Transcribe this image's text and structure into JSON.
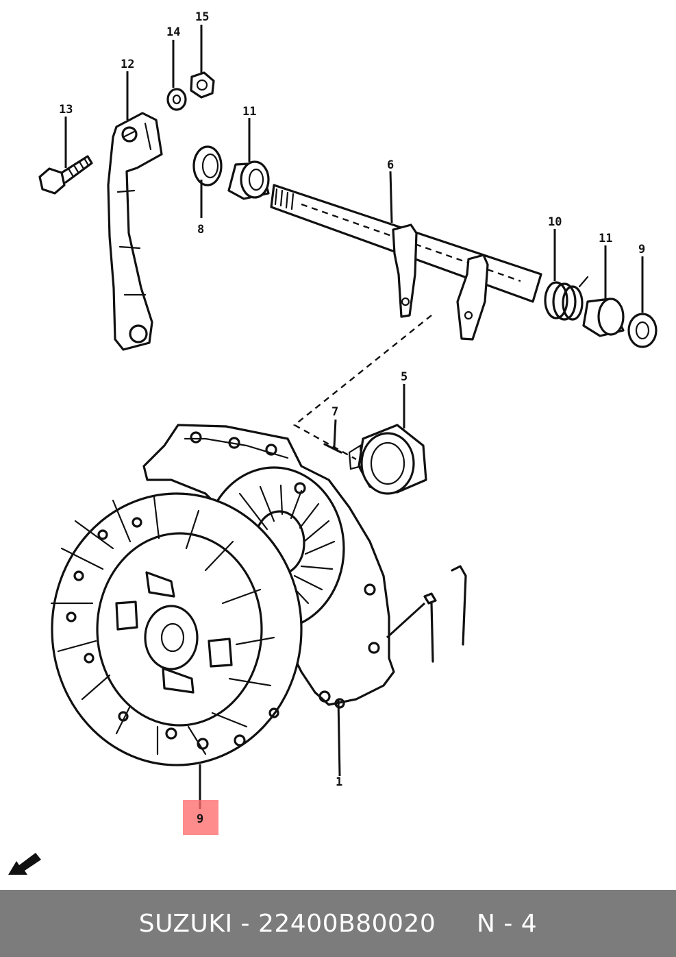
{
  "diagram": {
    "callouts": [
      "15",
      "14",
      "12",
      "13",
      "11",
      "6",
      "8",
      "10",
      "11",
      "9",
      "5",
      "7",
      "1",
      "9"
    ],
    "highlight_color": "#ff6b6b",
    "highlighted_callout": "9"
  },
  "footer": {
    "brand": "SUZUKI",
    "separator": " - ",
    "part_number": "22400B80020",
    "position": "N - 4",
    "background": "#7c7c7c"
  }
}
